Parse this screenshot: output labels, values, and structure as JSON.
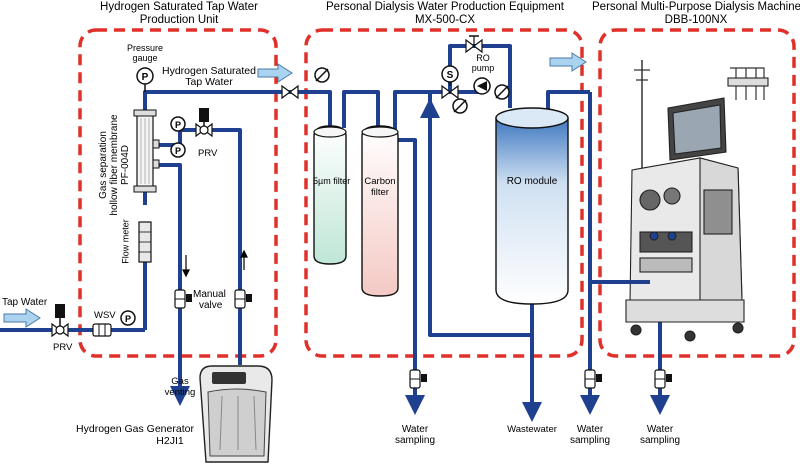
{
  "sections": {
    "unit1_title_line1": "Hydrogen Saturated Tap Water",
    "unit1_title_line2": "Production Unit",
    "unit2_title_line1": "Personal Dialysis Water Production Equipment",
    "unit2_title_line2": "MX-500-CX",
    "unit3_title_line1": "Personal Multi-Purpose Dialysis Machine",
    "unit3_title_line2": "DBB-100NX"
  },
  "labels": {
    "pressure_gauge_line1": "Pressure",
    "pressure_gauge_line2": "gauge",
    "h2_water_line1": "Hydrogen Saturated",
    "h2_water_line2": "Tap Water",
    "membrane_line1": "Gas separation",
    "membrane_line2": "hollow fiber membrane",
    "membrane_line3": "PF-004D",
    "flow_meter": "Flow meter",
    "prv_top": "PRV",
    "prv_bottom": "PRV",
    "wsv": "WSV",
    "tap_water": "Tap Water",
    "manual_valve_line1": "Manual",
    "manual_valve_line2": "valve",
    "gas_venting_line1": "Gas",
    "gas_venting_line2": "venting",
    "generator_line1": "Hydrogen Gas Generator",
    "generator_line2": "H2JI1",
    "filter_5um": "5µm filter",
    "carbon_line1": "Carbon",
    "carbon_line2": "filter",
    "ro_module": "RO module",
    "ro_pump_line1": "RO",
    "ro_pump_line2": "pump",
    "wastewater": "Wastewater",
    "sampling1_line1": "Water",
    "sampling1_line2": "sampling",
    "sampling2_line1": "Water",
    "sampling2_line2": "sampling",
    "sampling3_line1": "Water",
    "sampling3_line2": "sampling"
  },
  "symbols": {
    "gauge_letter": "P",
    "solenoid_letter": "S"
  },
  "colors": {
    "pipe": "#1f3f8f",
    "dashed_border": "#e0302a",
    "arrow_fill": "#a9d3ee",
    "arrow_stroke": "#4a7aa8",
    "valve_black": "#111111"
  }
}
